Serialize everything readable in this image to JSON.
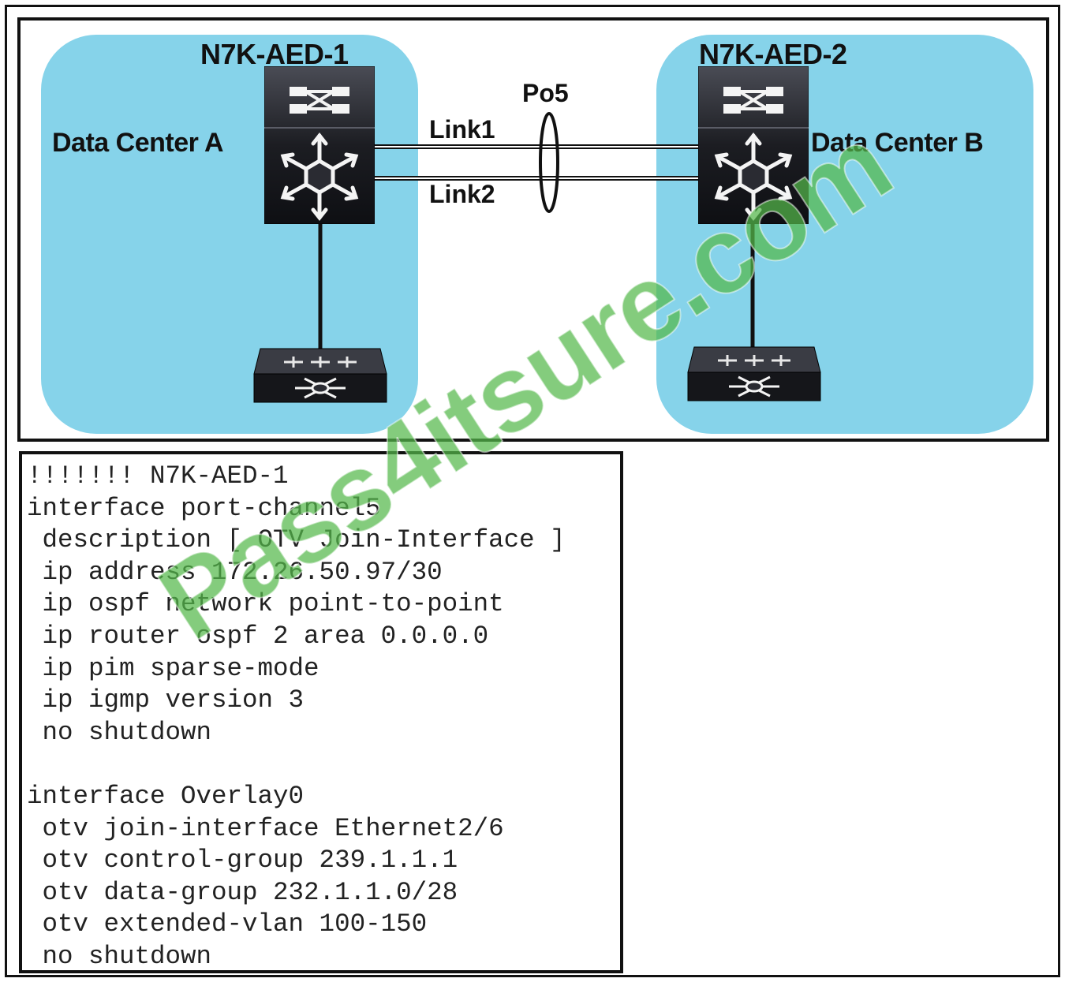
{
  "diagram": {
    "devices": [
      {
        "id": "aed1",
        "name": "N7K-AED-1",
        "site": "Data Center A"
      },
      {
        "id": "aed2",
        "name": "N7K-AED-2",
        "site": "Data Center B"
      }
    ],
    "port_channel": {
      "name": "Po5",
      "members": [
        "Link1",
        "Link2"
      ]
    },
    "site_a_label": "Data Center A",
    "site_b_label": "Data Center B",
    "aed1_label": "N7K-AED-1",
    "aed2_label": "N7K-AED-2",
    "po_label": "Po5",
    "link1_label": "Link1",
    "link2_label": "Link2",
    "colors": {
      "site_background": "#86d3ea",
      "device_body": "#1c1d22",
      "watermark": "#55b94b"
    },
    "icons": [
      "nexus-7000-switch-icon",
      "access-switch-icon"
    ]
  },
  "config": {
    "lines": [
      "!!!!!!! N7K-AED-1",
      "interface port-channel5",
      " description [ OTV Join-Interface ]",
      " ip address 172.26.50.97/30",
      " ip ospf network point-to-point",
      " ip router ospf 2 area 0.0.0.0",
      " ip pim sparse-mode",
      " ip igmp version 3",
      " no shutdown",
      "",
      "interface Overlay0",
      " otv join-interface Ethernet2/6",
      " otv control-group 239.1.1.1",
      " otv data-group 232.1.1.0/28",
      " otv extended-vlan 100-150",
      " no shutdown"
    ]
  },
  "watermark": "Pass4itsure.com"
}
